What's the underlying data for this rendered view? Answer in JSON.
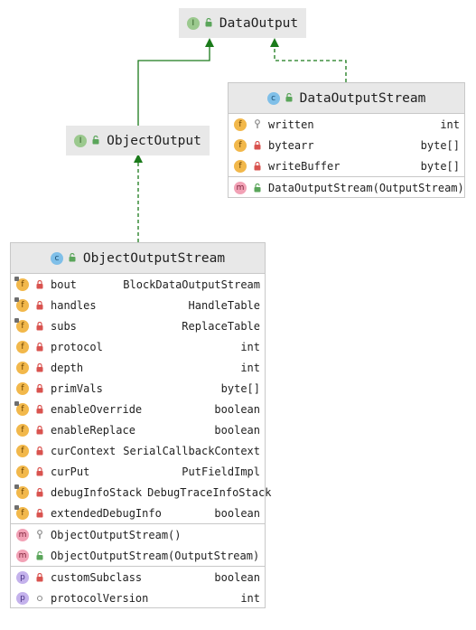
{
  "colors": {
    "header_bg": "#e8e8e8",
    "border": "#c8c8c8",
    "edge": "#1a7a1a",
    "lock_red": "#d9534f",
    "lock_green": "#5aa55a"
  },
  "classes": {
    "data_output": {
      "kind": "interface",
      "icon": "I",
      "name": "DataOutput"
    },
    "object_output": {
      "kind": "interface",
      "icon": "I",
      "name": "ObjectOutput"
    },
    "data_output_stream": {
      "kind": "class",
      "icon": "c",
      "name": "DataOutputStream",
      "fields": [
        {
          "icon": "f",
          "visibility": "package",
          "name": "written",
          "type": "int"
        },
        {
          "icon": "f",
          "visibility": "private",
          "name": "bytearr",
          "type": "byte[]"
        },
        {
          "icon": "f",
          "visibility": "private",
          "name": "writeBuffer",
          "type": "byte[]"
        }
      ],
      "methods": [
        {
          "icon": "m",
          "visibility": "public",
          "name": "DataOutputStream(OutputStream)",
          "type": ""
        }
      ]
    },
    "object_output_stream": {
      "kind": "class",
      "icon": "c",
      "name": "ObjectOutputStream",
      "fields": [
        {
          "icon": "f",
          "visibility": "private",
          "final": true,
          "name": "bout",
          "type": "BlockDataOutputStream"
        },
        {
          "icon": "f",
          "visibility": "private",
          "final": true,
          "name": "handles",
          "type": "HandleTable"
        },
        {
          "icon": "f",
          "visibility": "private",
          "final": true,
          "name": "subs",
          "type": "ReplaceTable"
        },
        {
          "icon": "f",
          "visibility": "private",
          "final": false,
          "name": "protocol",
          "type": "int"
        },
        {
          "icon": "f",
          "visibility": "private",
          "final": false,
          "name": "depth",
          "type": "int"
        },
        {
          "icon": "f",
          "visibility": "private",
          "final": false,
          "name": "primVals",
          "type": "byte[]"
        },
        {
          "icon": "f",
          "visibility": "private",
          "final": true,
          "name": "enableOverride",
          "type": "boolean"
        },
        {
          "icon": "f",
          "visibility": "private",
          "final": false,
          "name": "enableReplace",
          "type": "boolean"
        },
        {
          "icon": "f",
          "visibility": "private",
          "final": false,
          "name": "curContext",
          "type": "SerialCallbackContext"
        },
        {
          "icon": "f",
          "visibility": "private",
          "final": false,
          "name": "curPut",
          "type": "PutFieldImpl"
        },
        {
          "icon": "f",
          "visibility": "private",
          "final": true,
          "name": "debugInfoStack",
          "type": "DebugTraceInfoStack"
        },
        {
          "icon": "f",
          "visibility": "private",
          "final": true,
          "name": "extendedDebugInfo",
          "type": "boolean"
        }
      ],
      "methods": [
        {
          "icon": "m",
          "visibility": "protected",
          "name": "ObjectOutputStream()",
          "type": ""
        },
        {
          "icon": "m",
          "visibility": "public",
          "name": "ObjectOutputStream(OutputStream)",
          "type": ""
        }
      ],
      "properties": [
        {
          "icon": "p",
          "visibility": "private",
          "name": "customSubclass",
          "type": "boolean"
        },
        {
          "icon": "p",
          "visibility": "package",
          "name": "protocolVersion",
          "type": "int"
        }
      ]
    }
  }
}
